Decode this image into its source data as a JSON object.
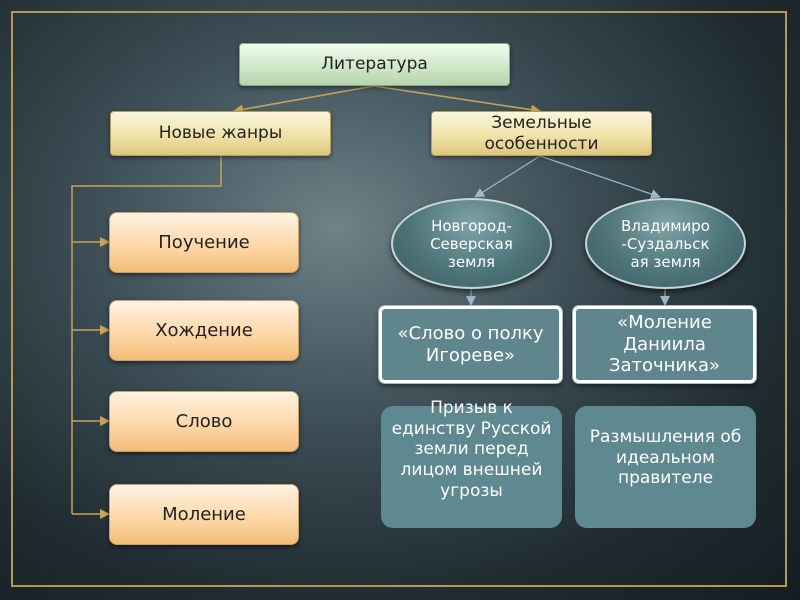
{
  "root": {
    "label": "Литература"
  },
  "genres": {
    "header": "Новые жанры",
    "items": [
      "Поучение",
      "Хождение",
      "Слово",
      "Моление"
    ]
  },
  "lands": {
    "header": "Земельные особенности",
    "regions": [
      {
        "name": "Новгород-Северская земля",
        "work": "«Слово о полку Игореве»",
        "theme": "Призыв к единству Русской земли перед лицом внешней угрозы"
      },
      {
        "name": "Владимиро-Суздальская земля",
        "work": "«Моление Даниила Заточника»",
        "theme": "Размышления об идеальном правителе"
      }
    ]
  },
  "colors": {
    "frame": "#b59a4a",
    "connector": "#c8a45a",
    "box_green": "#cde6c6",
    "box_cream": "#f0e3a9",
    "box_peach": "#fdd8a8",
    "oval": "#4d7479",
    "panel": "#5f8990"
  }
}
